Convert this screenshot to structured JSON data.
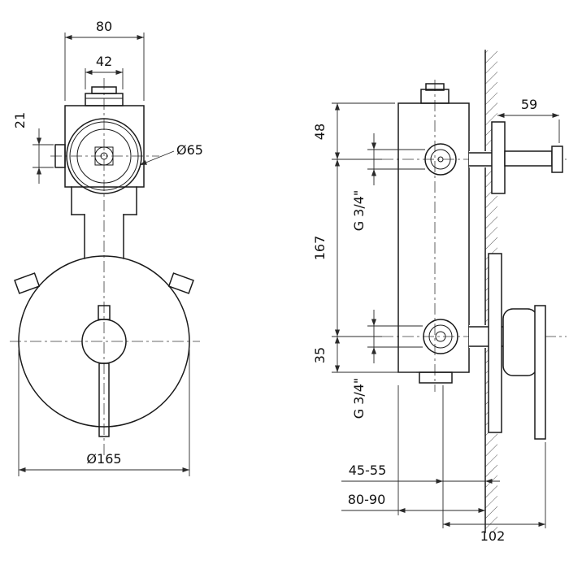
{
  "page": {
    "background": "#ffffff",
    "line_color": "#1a1a1a"
  },
  "front_view": {
    "dim_body_width": "80",
    "dim_cap_width": "42",
    "dim_port_height": "21",
    "label_valve_diameter": "Ø65",
    "label_plate_diameter": "Ø165"
  },
  "side_view": {
    "dim_top_to_port": "48",
    "dim_port_spacing": "167",
    "dim_port_to_bottom": "35",
    "label_thread_top": "G 3/4\"",
    "label_thread_bottom": "G 3/4\"",
    "dim_handle_projection": "59",
    "dim_depth_range_near": "45-55",
    "dim_depth_range_far": "80-90",
    "dim_overall_depth": "102"
  }
}
